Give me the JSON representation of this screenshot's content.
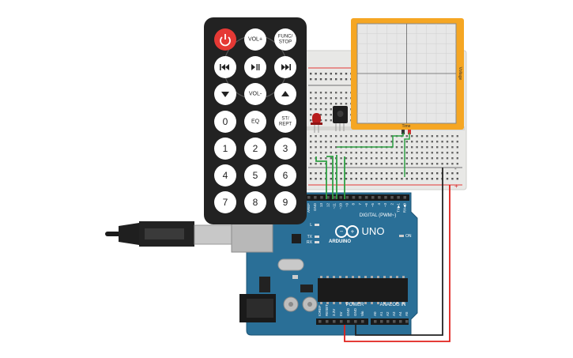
{
  "arduino": {
    "brand": "ARDUINO",
    "model": "UNO",
    "digital_header": "DIGITAL (PWM~)",
    "power_header": "POWER",
    "analog_header": "ANALOG IN",
    "on_label": "ON",
    "led_labels": [
      "L",
      "TX",
      "RX"
    ],
    "digital_pins": [
      "AREF",
      "GND",
      "13",
      "12",
      "~11",
      "~10",
      "~9",
      "8",
      "7",
      "~6",
      "~5",
      "4",
      "~3",
      "2",
      "TX▶1",
      "RX◀0"
    ],
    "power_pins": [
      "IOREF",
      "RESET",
      "3.3V",
      "5V",
      "GND",
      "GND",
      "Vin"
    ],
    "analog_pins": [
      "A0",
      "A1",
      "A2",
      "A3",
      "A4",
      "A5"
    ]
  },
  "remote": {
    "buttons": [
      {
        "label": "",
        "icon": "power-icon",
        "color": "#e53935"
      },
      {
        "label": "VOL+"
      },
      {
        "label": "FUNC/\nSTOP"
      },
      {
        "label": "",
        "icon": "rewind-icon"
      },
      {
        "label": "",
        "icon": "play-pause-icon"
      },
      {
        "label": "",
        "icon": "fast-forward-icon"
      },
      {
        "label": "",
        "icon": "down-arrow-icon"
      },
      {
        "label": "VOL-"
      },
      {
        "label": "",
        "icon": "up-arrow-icon"
      },
      {
        "label": "0"
      },
      {
        "label": "EQ"
      },
      {
        "label": "ST/\nREPT"
      },
      {
        "label": "1"
      },
      {
        "label": "2"
      },
      {
        "label": "3"
      },
      {
        "label": "4"
      },
      {
        "label": "5"
      },
      {
        "label": "6"
      },
      {
        "label": "7"
      },
      {
        "label": "8"
      },
      {
        "label": "9"
      }
    ]
  },
  "oscilloscope": {
    "x_label": "Time",
    "y_label": "Voltage"
  },
  "breadboard": {
    "rail_plus": "+",
    "rail_minus": "-"
  },
  "colors": {
    "board": "#2a6f97",
    "wire_red": "#e0201b",
    "wire_black": "#222222",
    "wire_green": "#2ea043",
    "scope_frame": "#f5a623",
    "remote_body": "#222222"
  }
}
